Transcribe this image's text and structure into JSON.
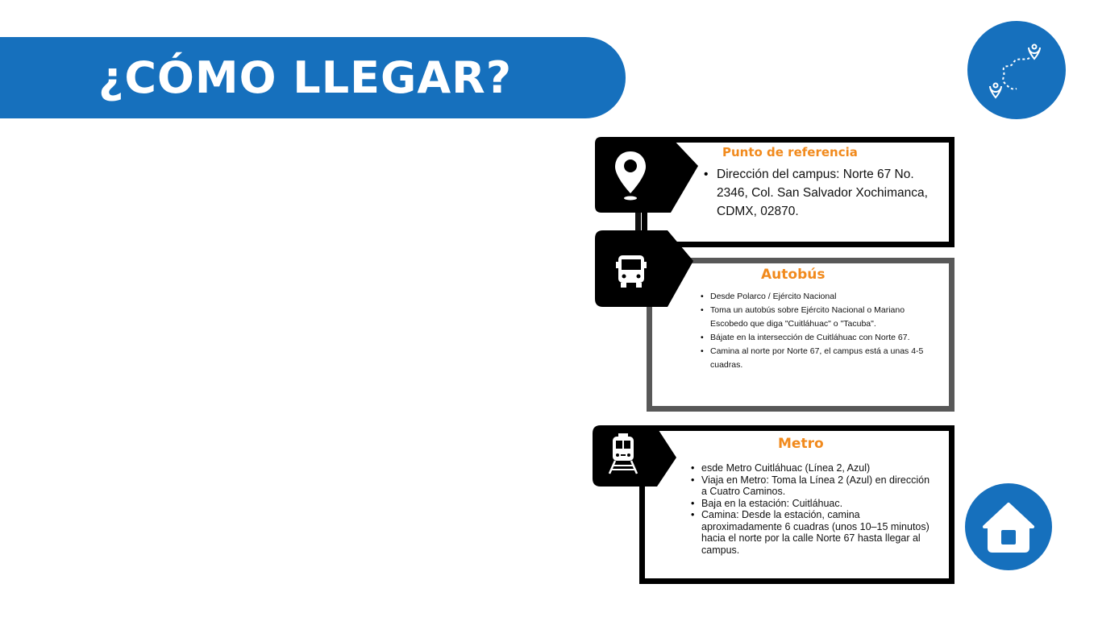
{
  "title": "¿CÓMO LLEGAR?",
  "colors": {
    "brand_blue": "#1670bd",
    "accent_orange": "#f18a1d",
    "card_border_dark": "#000000",
    "card_border_gray": "#585858"
  },
  "icons": {
    "route": "route-map-icon",
    "home": "home-icon",
    "location": "location-pin-icon",
    "bus": "bus-icon",
    "metro": "train-icon"
  },
  "reference": {
    "heading": "Punto de referencia",
    "items": [
      "Dirección del campus: Norte 67 No. 2346, Col. San Salvador Xochimanca, CDMX, 02870."
    ]
  },
  "bus": {
    "heading": "Autobús",
    "items": [
      "Desde Polarco / Ejército Nacional",
      "Toma un autobús sobre Ejército Nacional o Mariano Escobedo que diga \"Cuitláhuac\" o \"Tacuba\".",
      "Bájate en la intersección de Cuitláhuac con Norte 67.",
      "Camina al norte por Norte 67, el campus está a unas 4-5 cuadras."
    ]
  },
  "metro": {
    "heading": "Metro",
    "items": [
      "esde Metro Cuitláhuac (Línea 2, Azul)",
      "Viaja en Metro: Toma la Línea 2 (Azul) en dirección a Cuatro Caminos.",
      "Baja en la estación: Cuitláhuac.",
      "Camina: Desde la estación, camina aproximadamente 6 cuadras (unos 10–15 minutos) hacia el norte por la calle Norte 67 hasta llegar al campus."
    ]
  }
}
